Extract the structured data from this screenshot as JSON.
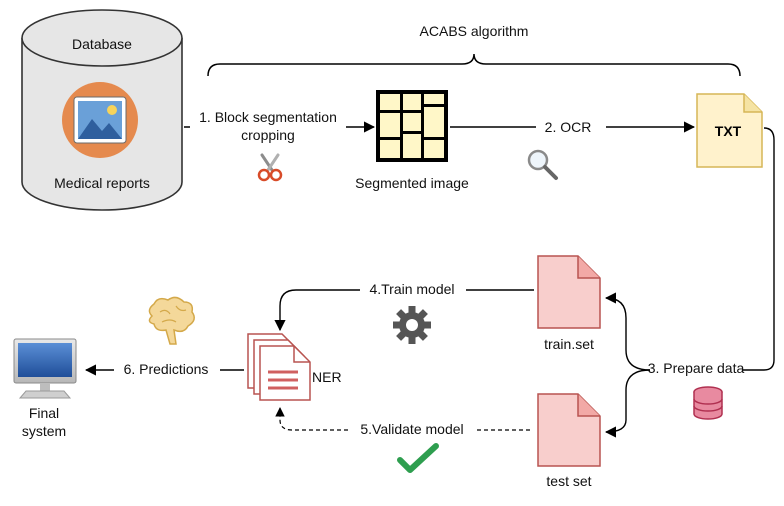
{
  "database": {
    "title": "Database",
    "caption": "Medical reports"
  },
  "algorithm": {
    "title": "ACABS algorithm"
  },
  "steps": {
    "block_segmentation_line1": "1. Block segmentation",
    "block_segmentation_line2": "cropping",
    "segmented_image": "Segmented image",
    "ocr": "2. OCR",
    "txt": "TXT",
    "prepare_data": "3. Prepare data",
    "train_model": "4.Train model",
    "validate_model": "5.Validate model",
    "predictions": "6. Predictions"
  },
  "files": {
    "train": "train.set",
    "test": "test set"
  },
  "ner": {
    "label": "NER"
  },
  "system": {
    "line1": "Final",
    "line2": "system"
  },
  "colors": {
    "arrow": "#000000",
    "cylinder_fill": "#e6e6e6",
    "image_circle": "#e58a4e",
    "txt_fill": "#fff2cc",
    "txt_stroke": "#d6b656",
    "file_fill": "#f8cecc",
    "file_stroke": "#b85450",
    "checkmark": "#2e9e4f"
  }
}
